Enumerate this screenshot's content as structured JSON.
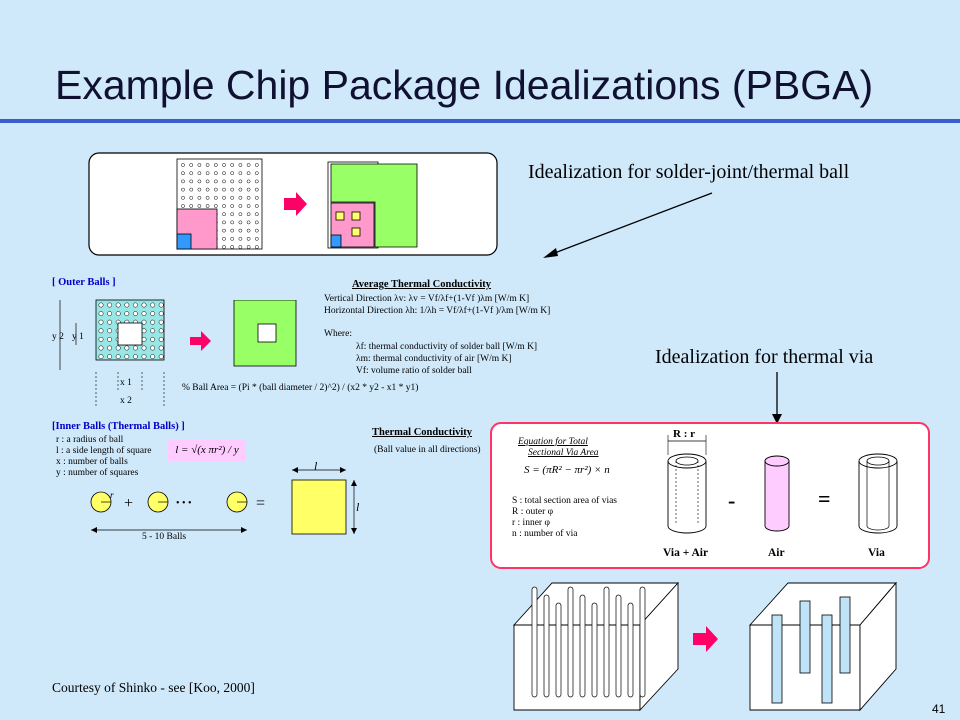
{
  "slide": {
    "title": "Example Chip Package Idealizations (PBGA)",
    "page_number": "41",
    "credit": "Courtesy of Shinko - see [Koo, 2000]"
  },
  "callouts": {
    "solder_ball": "Idealization for solder-joint/thermal ball",
    "thermal_via": "Idealization for thermal via"
  },
  "outer_balls": {
    "heading": "[ Outer Balls ]",
    "dim_y2": "y 2",
    "dim_y1": "y 1",
    "dim_x1": "x 1",
    "dim_x2": "x 2",
    "conductivity_title": "Average Thermal Conductivity",
    "lines": [
      "Vertical Direction      λv: λv = Vf/λf+(1-Vf )λm  [W/m K]",
      "Horizontal Direction  λh: 1/λh = Vf/λf+(1-Vf )/λm  [W/m K]",
      "Where:",
      "λf: thermal conductivity of solder ball [W/m K]",
      "λm: thermal conductivity of air [W/m K]",
      "Vf: volume ratio of solder ball"
    ],
    "area_formula": "% Ball Area = (Pi * (ball diameter / 2)^2) / (x2 * y2 - x1 * y1)"
  },
  "inner_balls": {
    "heading": "[Inner Balls (Thermal Balls) ]",
    "defs": [
      "r : a radius of ball",
      "l : a side length of square",
      "x : number of balls",
      "y : number of squares"
    ],
    "formula": "l = √(x πr²) / y",
    "conductivity_title": "Thermal Conductivity",
    "conductivity_note": "(Ball value in all directions)",
    "plus": "+",
    "ellipsis": "• • •",
    "equals": "=",
    "range": "5 - 10 Balls",
    "side": "l",
    "ball_r": "r"
  },
  "thermal_via": {
    "eq_title_1": "Equation for Total",
    "eq_title_2": "Sectional Via Area",
    "eq": "S = (πR² − πr²) × n",
    "defs": [
      "S : total section area of vias",
      "R : outer φ",
      "r : inner φ",
      "n : number of via"
    ],
    "dim_label": "R : r",
    "minus": "-",
    "equals": "=",
    "labels": [
      "Via + Air",
      "Air",
      "Via"
    ]
  },
  "colors": {
    "background": "#cfe9fb",
    "rule": "#3a5fcd",
    "arrow": "#ff0066",
    "green": "#99ff66",
    "pink": "#ff99cc",
    "yellow": "#ffff66",
    "via_frame": "#ff3366"
  },
  "icons": [
    "right-arrow-icon"
  ]
}
